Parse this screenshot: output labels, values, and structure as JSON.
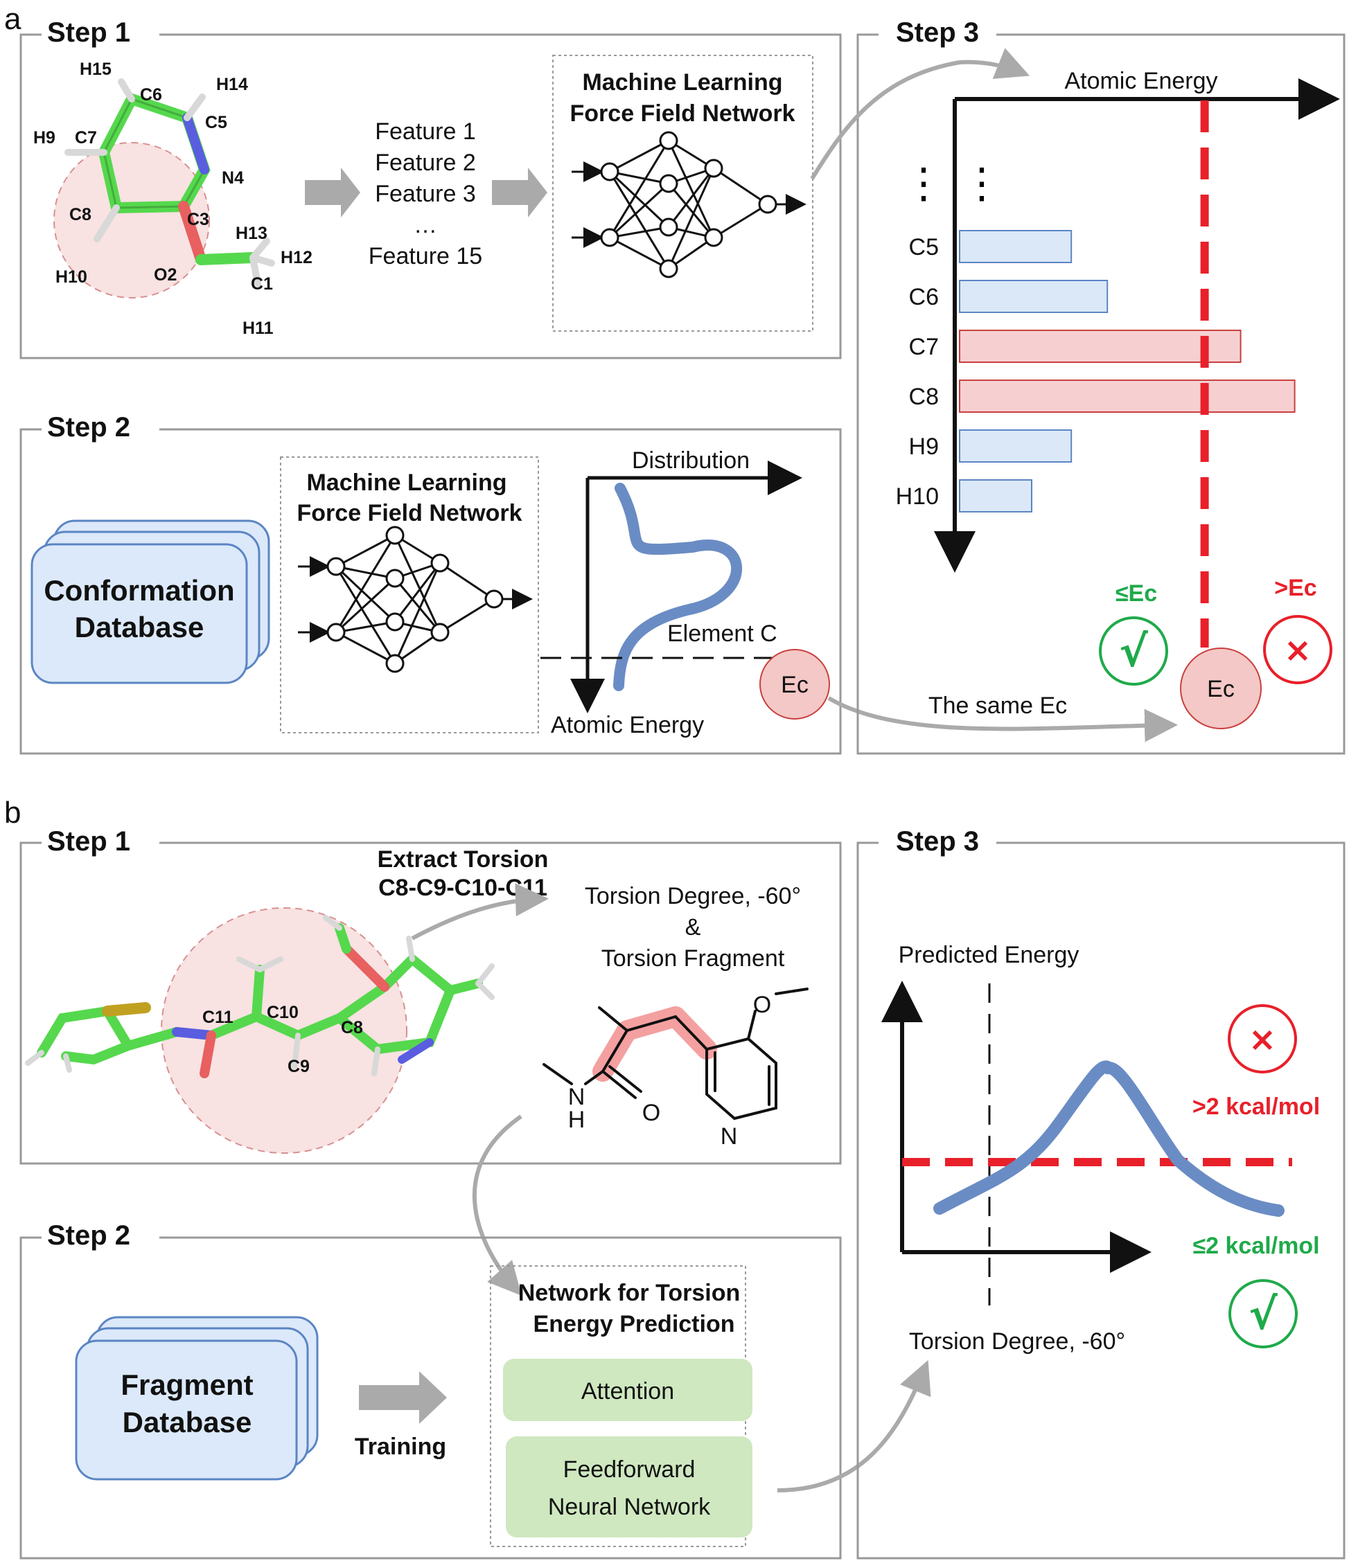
{
  "panel_a": {
    "label": "a",
    "step1": {
      "title": "Step 1",
      "atoms": [
        "H15",
        "C6",
        "H14",
        "C5",
        "H9",
        "C7",
        "N4",
        "C8",
        "C3",
        "H13",
        "H12",
        "H10",
        "O2",
        "C1",
        "H11"
      ],
      "features": [
        "Feature 1",
        "Feature 2",
        "Feature 3",
        "…",
        "Feature 15"
      ],
      "network_title_1": "Machine Learning",
      "network_title_2": "Force Field Network"
    },
    "step2": {
      "title": "Step 2",
      "db_line1": "Conformation",
      "db_line2": "Database",
      "network_title_1": "Machine Learning",
      "network_title_2": "Force Field Network",
      "x_axis_label": "Distribution",
      "y_axis_label": "Atomic Energy",
      "element_label": "Element C",
      "ec_label": "Ec",
      "same_ec_label": "The same Ec"
    },
    "step3": {
      "title": "Step 3",
      "axis_label": "Atomic Energy",
      "dots": "⋮",
      "bars": [
        {
          "label": "C5",
          "value": 0.31,
          "status": "below"
        },
        {
          "label": "C6",
          "value": 0.41,
          "status": "below"
        },
        {
          "label": "C7",
          "value": 0.78,
          "status": "above"
        },
        {
          "label": "C8",
          "value": 0.93,
          "status": "above"
        },
        {
          "label": "H9",
          "value": 0.31,
          "status": "below"
        },
        {
          "label": "H10",
          "value": 0.2,
          "status": "below"
        }
      ],
      "threshold_fraction": 0.68,
      "below_label": "≤Ec",
      "above_label": ">Ec",
      "check": "√",
      "cross": "×",
      "ec_label": "Ec"
    }
  },
  "panel_b": {
    "label": "b",
    "step1": {
      "title": "Step 1",
      "extract_line1": "Extract Torsion",
      "extract_line2": "C8-C9-C10-C11",
      "atoms": [
        "C11",
        "C10",
        "C8",
        "C9"
      ],
      "torsion_line1": "Torsion Degree, -60°",
      "torsion_line2": "&",
      "torsion_line3": "Torsion Fragment",
      "mol_atoms": {
        "O_ether": "O",
        "N_amide": "N",
        "H_amide": "H",
        "O_carbonyl": "O",
        "N_ring": "N"
      }
    },
    "step2": {
      "title": "Step 2",
      "db_line1": "Fragment",
      "db_line2": "Database",
      "training_label": "Training",
      "net_title_1": "Network for Torsion",
      "net_title_2": "Energy Prediction",
      "block1": "Attention",
      "block2_line1": "Feedforward",
      "block2_line2": "Neural Network"
    },
    "step3": {
      "title": "Step 3",
      "y_axis_label": "Predicted Energy",
      "x_axis_label": "Torsion Degree, -60°",
      "above_label": ">2 kcal/mol",
      "below_label": "≤2 kcal/mol",
      "check": "√",
      "cross": "×"
    }
  },
  "colors": {
    "bar_blue_fill": "#dbe8f8",
    "bar_blue_stroke": "#5b85c4",
    "bar_red_fill": "#f6d0d0",
    "bar_red_stroke": "#c94040",
    "threshold_red": "#e8202a",
    "check_green": "#1faa4a",
    "curve_blue": "#6a8cc4",
    "db_blue": "#dce9fa",
    "block_green": "#cfe8c0",
    "molecule_green": "#55d84d"
  }
}
